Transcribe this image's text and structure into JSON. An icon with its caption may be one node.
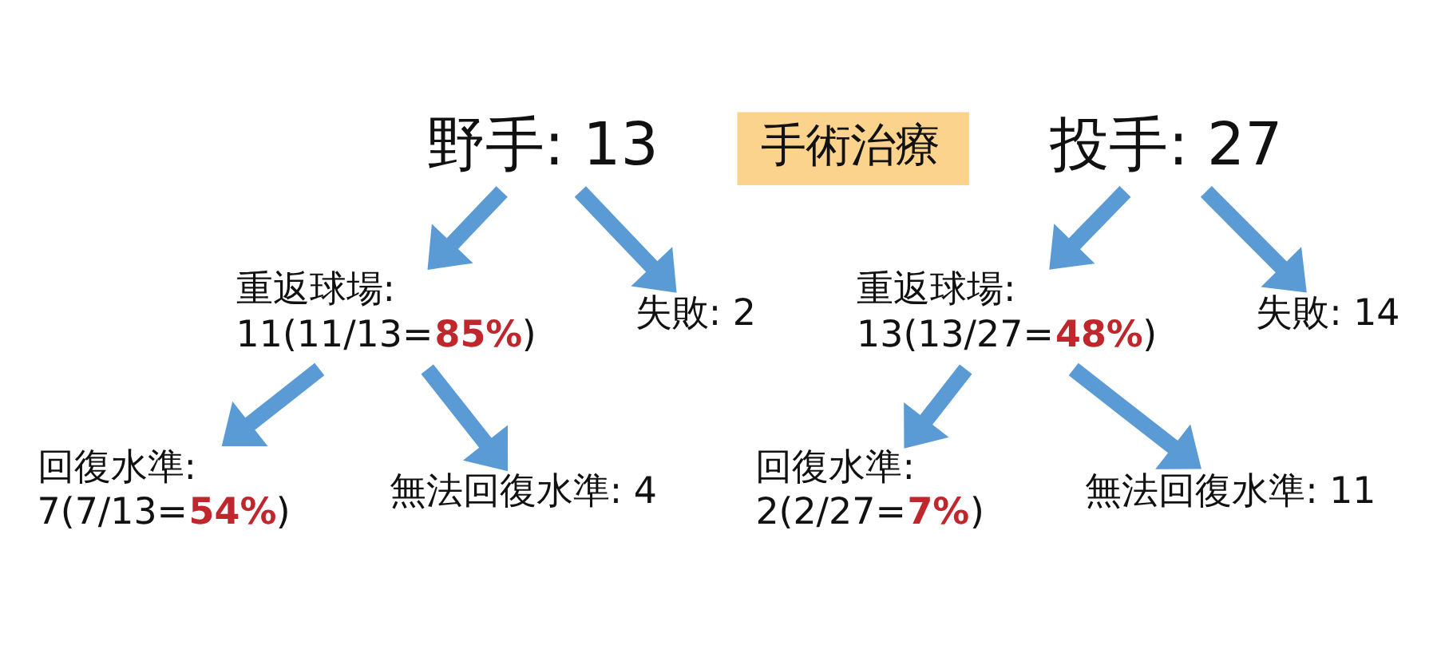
{
  "diagram": {
    "nodes": [
      {
        "text": [
          "野手: 13"
        ]
      },
      {
        "text": [
          "手術治療"
        ]
      },
      {
        "text": [
          "投手: 27"
        ]
      },
      {
        "text": [
          "重返球場:",
          "11(11/13=**85%**)"
        ]
      },
      {
        "text": [
          "失敗: 2"
        ]
      },
      {
        "text": [
          "重返球場:",
          "13(13/27=**48%**)"
        ]
      },
      {
        "text": [
          "失敗: 14"
        ]
      },
      {
        "text": [
          "回復水準:",
          "7(7/13=**54%**)"
        ]
      },
      {
        "text": [
          "無法回復水準: 4"
        ]
      },
      {
        "text": [
          "回復水準:",
          "2(2/27=**7%**)"
        ]
      },
      {
        "text": [
          "無法回復水準: 11"
        ]
      }
    ],
    "edges": [
      {
        "from": 0,
        "to": 3,
        "arrow": "to"
      },
      {
        "from": 0,
        "to": 4,
        "arrow": "to"
      },
      {
        "from": 2,
        "to": 5,
        "arrow": "to"
      },
      {
        "from": 2,
        "to": 6,
        "arrow": "to"
      },
      {
        "from": 3,
        "to": 7,
        "arrow": "to"
      },
      {
        "from": 3,
        "to": 8,
        "arrow": "to"
      },
      {
        "from": 5,
        "to": 9,
        "arrow": "to"
      },
      {
        "from": 5,
        "to": 10,
        "arrow": "to"
      }
    ]
  }
}
